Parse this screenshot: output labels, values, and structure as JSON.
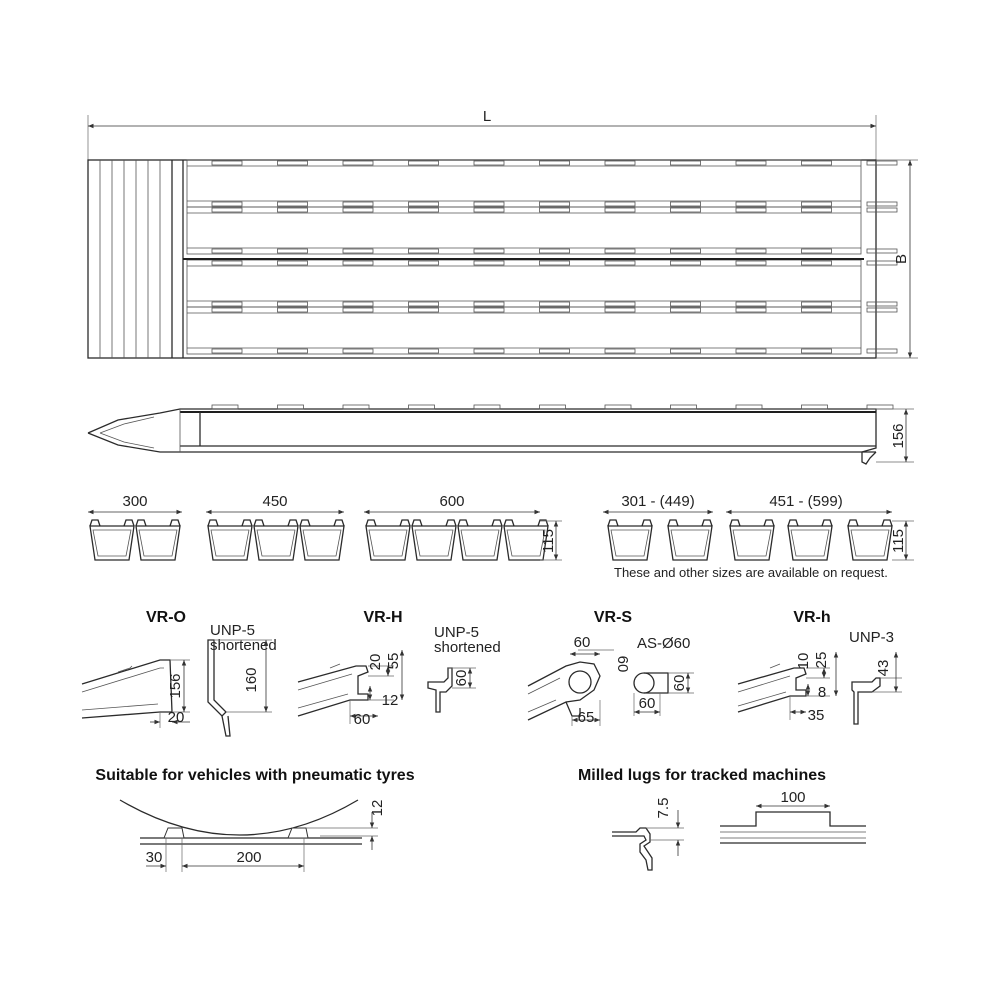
{
  "plan": {
    "length_label": "L",
    "width_label": "B"
  },
  "side": {
    "height_label": "156"
  },
  "widths": {
    "w300": "300",
    "w450": "450",
    "w600": "600",
    "w301": "301 - (449)",
    "w451": "451 - (599)",
    "h115a": "115",
    "h115b": "115",
    "note": "These and other sizes are available on request."
  },
  "profiles": {
    "vro": {
      "title": "VR-O",
      "unp1": "UNP-5",
      "unp2": "shortened",
      "d156": "156",
      "d160": "160",
      "d20": "20"
    },
    "vrh": {
      "title": "VR-H",
      "unp1": "UNP-5",
      "unp2": "shortened",
      "d20": "20",
      "d55": "55",
      "d12": "12",
      "d60a": "60",
      "d60b": "60"
    },
    "vrs": {
      "title": "VR-S",
      "as": "AS-Ø60",
      "d60a": "60",
      "d60b": "60",
      "d65": "65",
      "d60c": "60",
      "d60d": "60"
    },
    "vrhs": {
      "title": "VR-h",
      "unp": "UNP-3",
      "d10": "10",
      "d25": "25",
      "d43": "43",
      "d8": "8",
      "d35": "35"
    }
  },
  "tyres": {
    "title": "Suitable for vehicles with pneumatic tyres",
    "d12": "12",
    "d30": "30",
    "d200": "200"
  },
  "lugs": {
    "title": "Milled lugs for tracked machines",
    "d75": "7.5",
    "d100": "100"
  }
}
